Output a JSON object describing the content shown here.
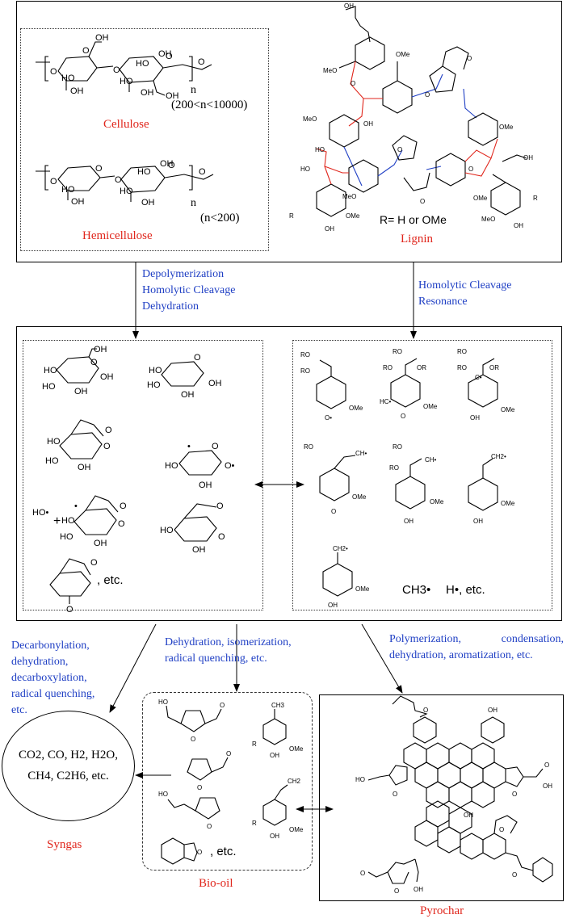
{
  "feedstock": {
    "cellulose": {
      "label": "Cellulose",
      "range": "(200<n<10000)",
      "n": "n"
    },
    "hemicellulose": {
      "label": "Hemicellulose",
      "range": "(n<200)",
      "n": "n"
    },
    "lignin": {
      "label": "Lignin",
      "r_note": "R= H or OMe"
    }
  },
  "steps": {
    "carbohydrate_steps": [
      "Depolymerization",
      "Homolytic Cleavage",
      "Dehydration"
    ],
    "lignin_steps": [
      "Homolytic Cleavage",
      "Resonance"
    ],
    "gas_steps": [
      "Decarbonylation,",
      "dehydration,",
      "decarboxylation,",
      "radical quenching,",
      "etc."
    ],
    "oil_steps": [
      "Dehydration, isomerization,",
      "radical quenching, etc."
    ],
    "char_steps": [
      "Polymerization,",
      "condensation,",
      "dehydration, aromatization, etc."
    ]
  },
  "intermediates": {
    "etc_left": ", etc.",
    "etc_right": ", etc.",
    "ch3": "CH3",
    "h_radical": "H"
  },
  "products": {
    "syngas": {
      "label": "Syngas",
      "line1": "CO2, CO, H2, H2O,",
      "line2": "CH4, C2H6, etc."
    },
    "bio_oil": {
      "label": "Bio-oil",
      "etc": ", etc."
    },
    "pyrochar": {
      "label": "Pyrochar"
    }
  },
  "colors": {
    "label_red": "#e0261c",
    "step_blue": "#1f3fc4"
  }
}
